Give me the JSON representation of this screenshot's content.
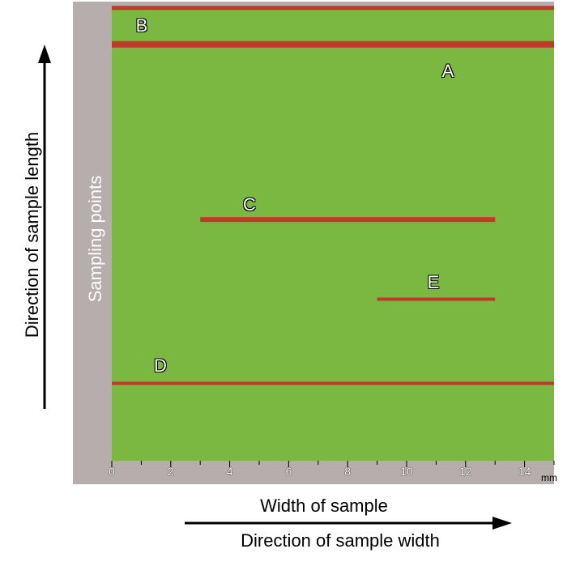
{
  "chart_data": {
    "type": "heatmap",
    "xlabel": "Width of sample",
    "ylabel": "Sampling points",
    "x_unit": "mm",
    "xlim": [
      0,
      15
    ],
    "x_ticks": [
      0,
      2,
      4,
      6,
      8,
      10,
      12,
      14
    ],
    "background_color": "#7ab842",
    "defect_color": "#c0392b",
    "arrows": {
      "length_direction": "Direction of sample length",
      "width_direction": "Direction of sample width"
    },
    "defects": [
      {
        "label": "B",
        "x_start": 0,
        "x_end": 15,
        "row": 0.005
      },
      {
        "label": "A",
        "x_start": 0,
        "x_end": 15,
        "row": 0.085
      },
      {
        "label": "C",
        "x_start": 3.0,
        "x_end": 13.0,
        "row": 0.47
      },
      {
        "label": "E",
        "x_start": 9.0,
        "x_end": 13.0,
        "row": 0.645
      },
      {
        "label": "D",
        "x_start": 0,
        "x_end": 15,
        "row": 0.83
      }
    ]
  }
}
